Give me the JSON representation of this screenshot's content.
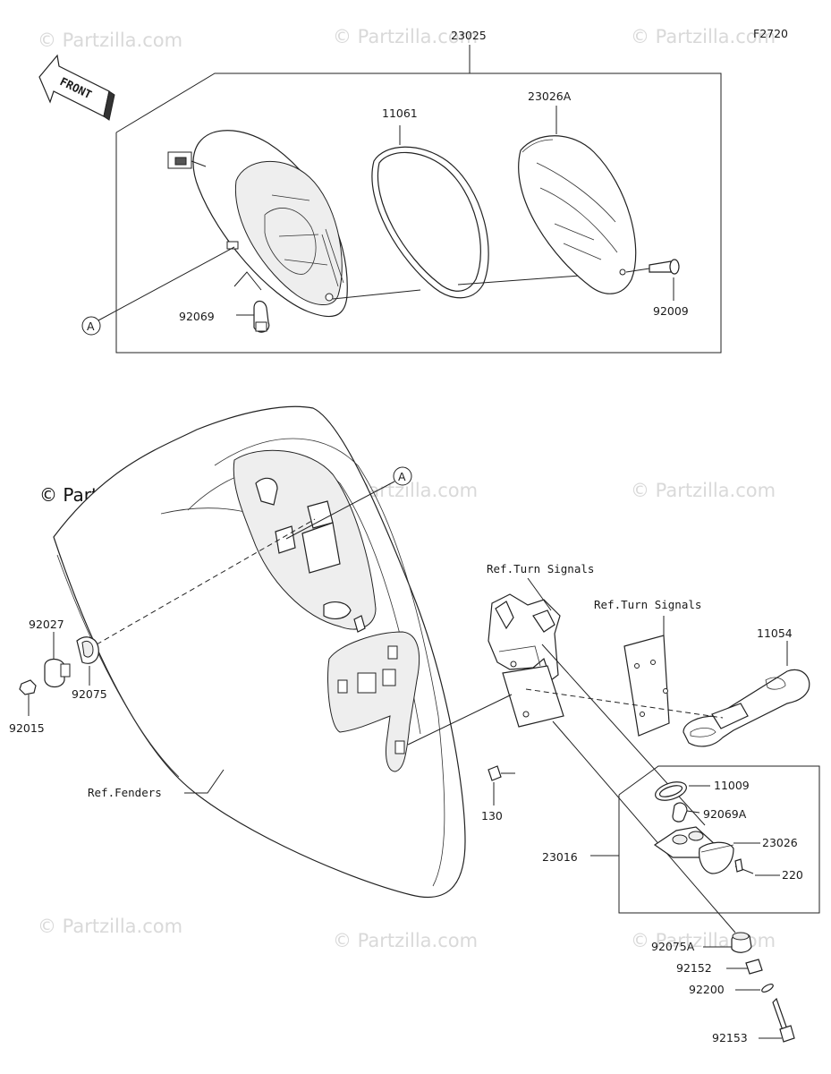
{
  "figure_code": "F2720",
  "front_label": "FRONT",
  "brand_label": "© Partzilla.com",
  "watermark_text": "© Partzilla.com",
  "callout_a": "A",
  "parts": {
    "p23025": "23025",
    "p11061": "11061",
    "p23026A": "23026A",
    "p92009": "92009",
    "p92069": "92069",
    "p92027": "92027",
    "p92075": "92075",
    "p92015": "92015",
    "p11054": "11054",
    "p130": "130",
    "p11009": "11009",
    "p92069A": "92069A",
    "p23026": "23026",
    "p220": "220",
    "p23016": "23016",
    "p92075A": "92075A",
    "p92152": "92152",
    "p92200": "92200",
    "p92153": "92153"
  },
  "refs": {
    "turn_signals_1": "Ref.Turn Signals",
    "turn_signals_2": "Ref.Turn Signals",
    "fenders": "Ref.Fenders"
  },
  "colors": {
    "line": "#222222",
    "watermark": "#d9d9d9",
    "background": "#ffffff"
  }
}
